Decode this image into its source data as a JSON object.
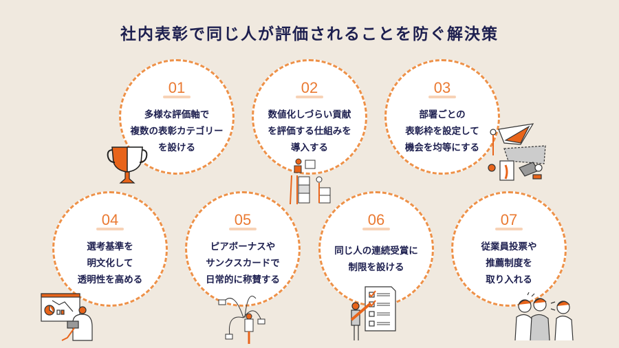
{
  "title": "社内表彰で同じ人が評価されることを防ぐ解決策",
  "colors": {
    "background": "#f0e9df",
    "accent": "#ea7a32",
    "text": "#1d1f4f",
    "circle": "#ffffff"
  },
  "items": [
    {
      "num": "01",
      "lines": [
        "多様な評価軸で",
        "複数の表彰カテゴリー",
        "を設ける"
      ],
      "icon": "trophy-icon"
    },
    {
      "num": "02",
      "lines": [
        "数値化しづらい貢献",
        "を評価する仕組みを",
        "導入する"
      ],
      "icon": "people-stacking-boxes-icon"
    },
    {
      "num": "03",
      "lines": [
        "部署ごとの",
        "表彰枠を設定して",
        "機会を均等にする"
      ],
      "icon": "people-arranging-frames-icon"
    },
    {
      "num": "04",
      "lines": [
        "選考基準を",
        "明文化して",
        "透明性を高める"
      ],
      "icon": "person-with-laptop-chart-icon"
    },
    {
      "num": "05",
      "lines": [
        "ピアボーナスや",
        "サンクスカードで",
        "日常的に称賛する"
      ],
      "icon": "person-sending-letters-icon"
    },
    {
      "num": "06",
      "lines": [
        "同じ人の連続受賞に",
        "制限を設ける"
      ],
      "icon": "person-with-checklist-icon"
    },
    {
      "num": "07",
      "lines": [
        "従業員投票や",
        "推薦制度を",
        "取り入れる"
      ],
      "icon": "people-discussing-icon"
    }
  ]
}
